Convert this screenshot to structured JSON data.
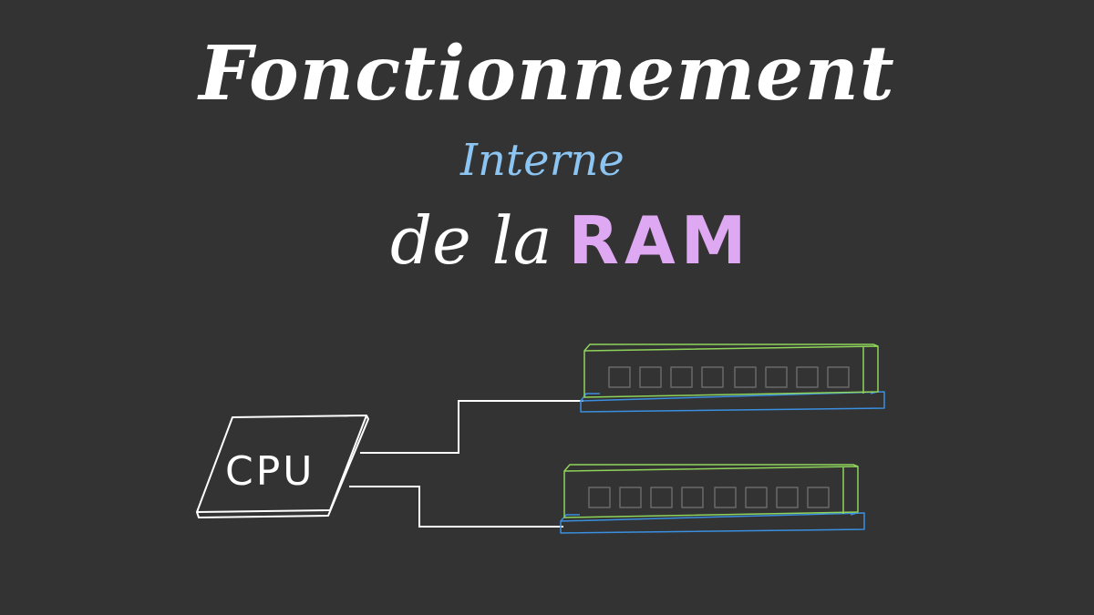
{
  "title": {
    "line1": "Fonctionnement",
    "line2": "Interne",
    "line3_prefix": "de la",
    "line3_accent": "RAM"
  },
  "cpu": {
    "label": "CPU"
  },
  "ram_modules": [
    {
      "chips": 8
    },
    {
      "chips": 8
    }
  ],
  "colors": {
    "background": "#333333",
    "text": "#ffffff",
    "interne": "#8cc4f2",
    "ram_text": "#dfa8f2",
    "module_outline": "#8fd45a",
    "slot_outline": "#3a8fe0",
    "chip_outline": "#6a6a6a",
    "wire": "#ffffff"
  }
}
